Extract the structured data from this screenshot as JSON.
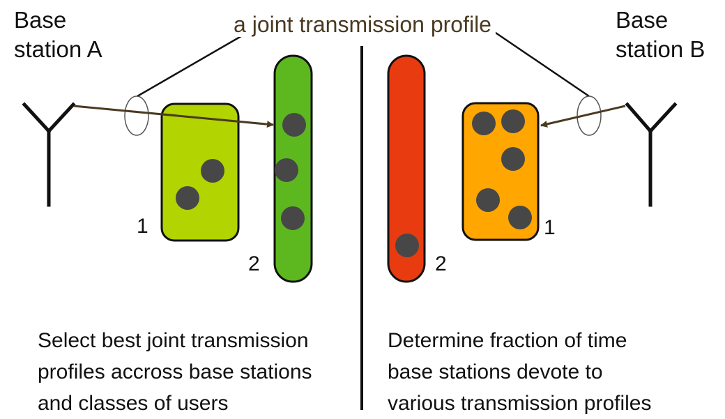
{
  "title": "a joint transmission profile",
  "base_station_a": {
    "line1": "Base",
    "line2": "station A"
  },
  "base_station_b": {
    "line1": "Base",
    "line2": "station B"
  },
  "left_caption": [
    "Select best joint transmission",
    "profiles  accross base stations",
    "and classes of users"
  ],
  "right_caption": [
    "Determine fraction of time",
    "base stations devote to",
    "various transmission profiles"
  ],
  "class_labels": {
    "a_class_1": "1",
    "a_class_2": "2",
    "b_class_1": "1",
    "b_class_2": "2"
  },
  "colors": {
    "a_class_1_box": "#b2d400",
    "a_class_2_box": "#5db81f",
    "b_class_1_box": "#ffa600",
    "b_class_2_box": "#e83c10",
    "user_dot": "#474747",
    "arrow": "#4a3a22",
    "title_text": "#4a3a22"
  },
  "icons": {
    "antenna": "antenna-icon",
    "user": "user-dot-icon",
    "beam": "beam-ellipse-icon"
  }
}
